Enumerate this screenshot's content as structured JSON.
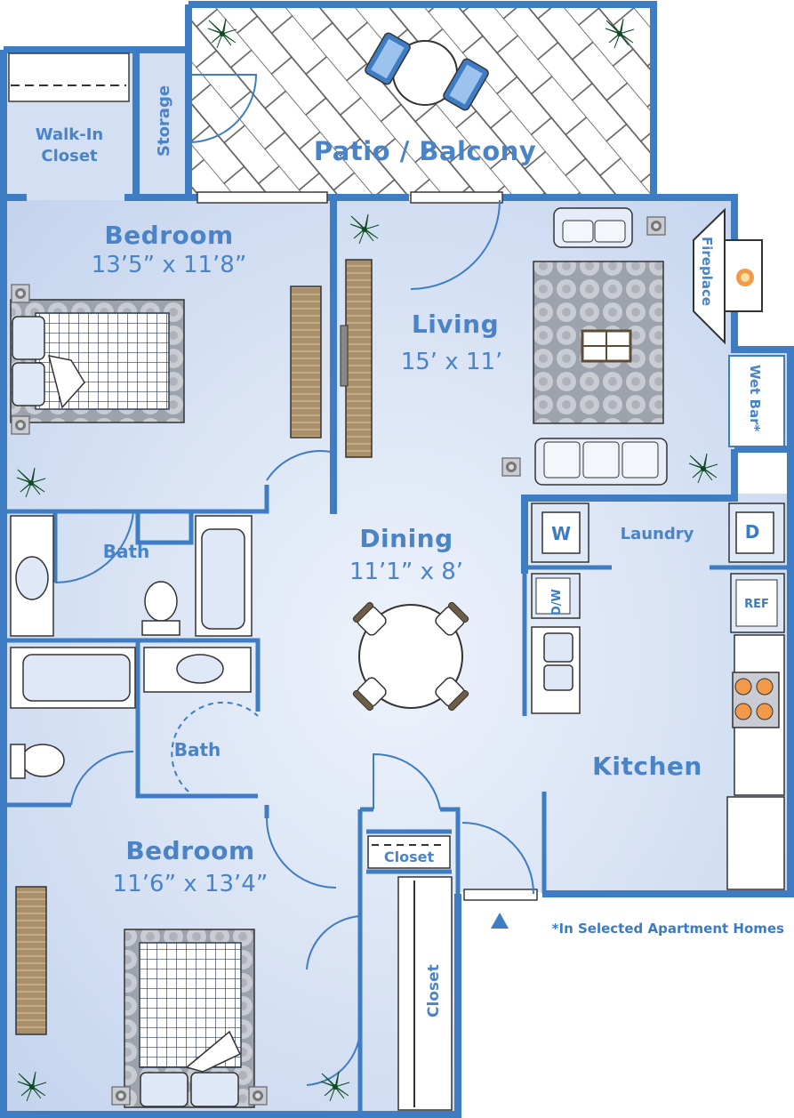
{
  "rooms": {
    "patio": {
      "name": "Patio / Balcony"
    },
    "walk_in_closet": {
      "name_line1": "Walk-In",
      "name_line2": "Closet"
    },
    "storage": {
      "name": "Storage"
    },
    "bedroom1": {
      "name": "Bedroom",
      "dimensions": "13’5” x 11’8”"
    },
    "living": {
      "name": "Living",
      "dimensions": "15’ x 11’"
    },
    "fireplace": {
      "name": "Fireplace"
    },
    "wet_bar": {
      "name": "Wet Bar*"
    },
    "bath1": {
      "name": "Bath"
    },
    "dining": {
      "name": "Dining",
      "dimensions": "11’1” x 8’"
    },
    "laundry": {
      "name": "Laundry",
      "washer": "W",
      "dryer": "D"
    },
    "kitchen": {
      "name": "Kitchen",
      "dishwasher": "D/W",
      "refrigerator": "REF"
    },
    "bath2": {
      "name": "Bath"
    },
    "bedroom2": {
      "name": "Bedroom",
      "dimensions": "11’6” x 13’4”"
    },
    "closet_hall": {
      "name": "Closet"
    },
    "closet_bed2": {
      "name": "Closet"
    }
  },
  "footnote": "*In Selected Apartment Homes",
  "colors": {
    "wall": "#3e7cc4",
    "floor": "#c9d8f0",
    "floor_light": "#dfe8f7",
    "text": "#4a84c7",
    "plant": "#1f7a3a"
  }
}
